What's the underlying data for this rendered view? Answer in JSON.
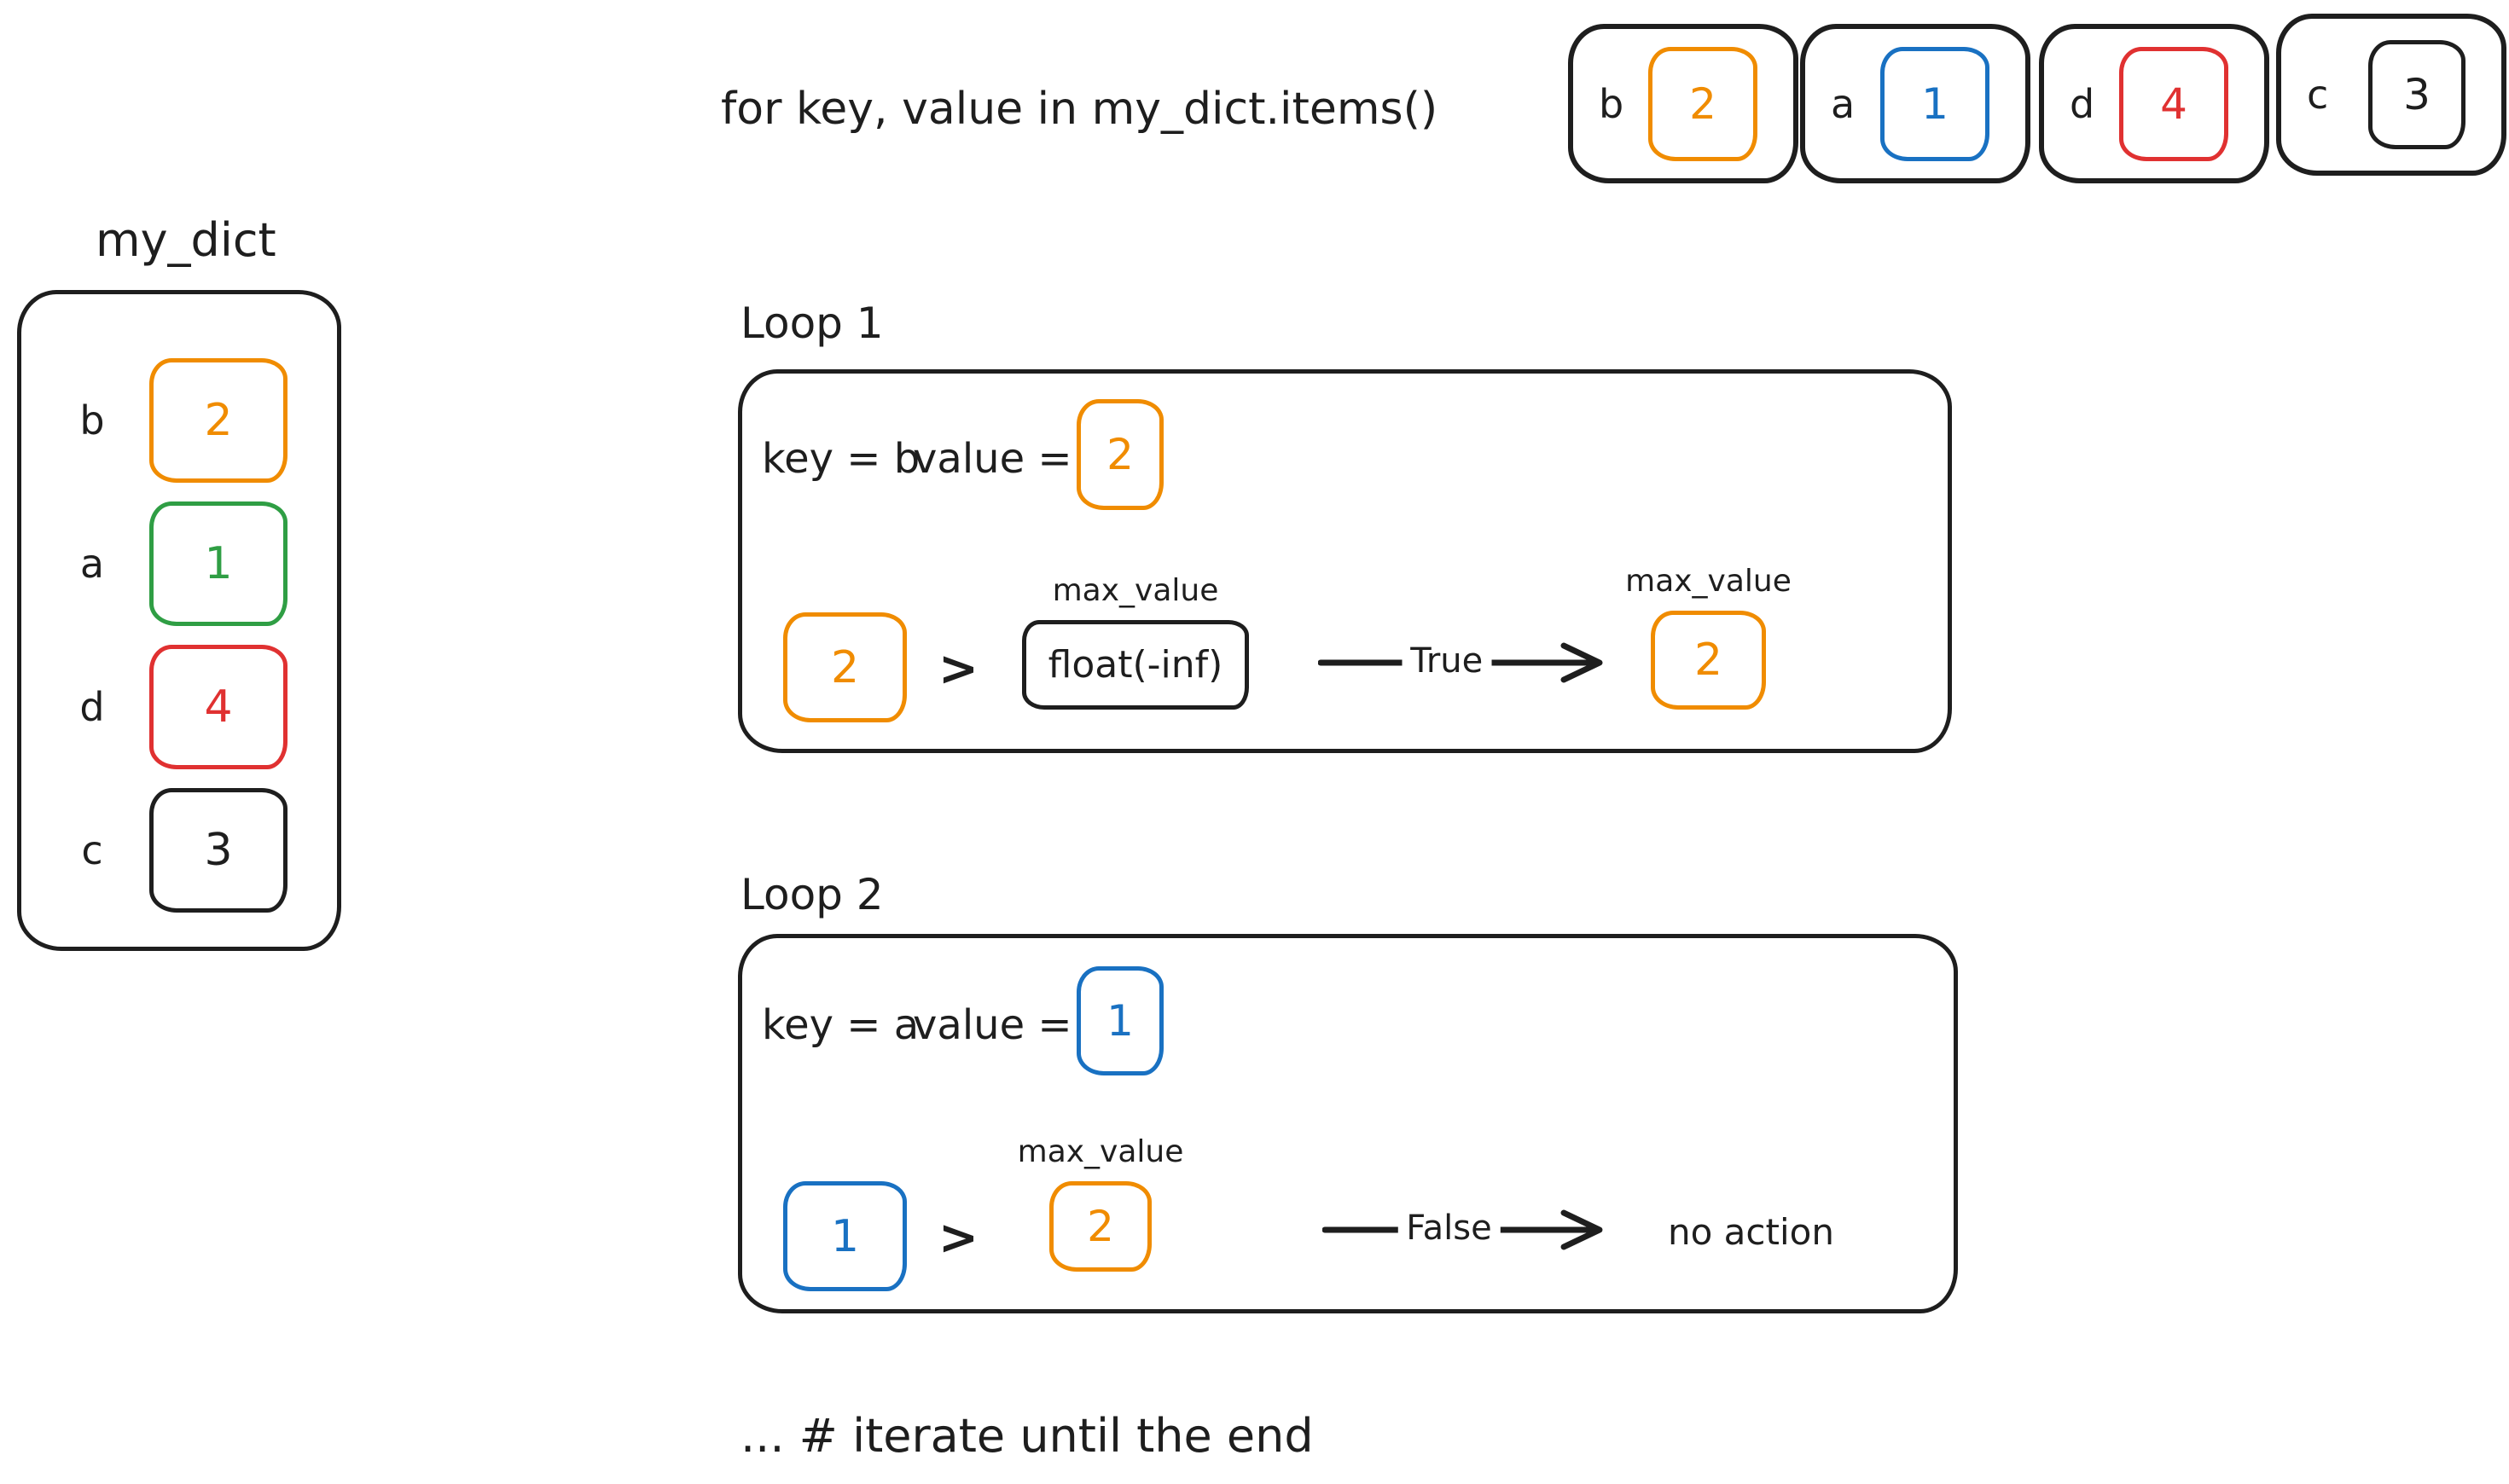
{
  "colors": {
    "orange": "#f08c00",
    "blue": "#1971c2",
    "green": "#2f9e44",
    "red": "#e03131",
    "ink": "#1e1e1e",
    "background": "#ffffff"
  },
  "header": {
    "code": "for key, value in my_dict.items()"
  },
  "pairs_row": [
    {
      "key": "b",
      "value": "2",
      "color": "#f08c00"
    },
    {
      "key": "a",
      "value": "1",
      "color": "#1971c2"
    },
    {
      "key": "d",
      "value": "4",
      "color": "#e03131"
    },
    {
      "key": "c",
      "value": "3",
      "color": "#1e1e1e"
    }
  ],
  "my_dict": {
    "title": "my_dict",
    "entries": [
      {
        "key": "b",
        "value": "2",
        "color": "#f08c00"
      },
      {
        "key": "a",
        "value": "1",
        "color": "#2f9e44"
      },
      {
        "key": "d",
        "value": "4",
        "color": "#e03131"
      },
      {
        "key": "c",
        "value": "3",
        "color": "#1e1e1e"
      }
    ]
  },
  "loop1": {
    "title": "Loop 1",
    "assignment": {
      "key_text": "key = b",
      "value_text": "value =",
      "value": "2",
      "value_color": "#f08c00"
    },
    "comparison": {
      "left_value": "2",
      "left_color": "#f08c00",
      "operator": ">",
      "max_value_label": "max_value",
      "right_value": "float(-inf)",
      "right_color": "#1e1e1e"
    },
    "arrow_label": "True",
    "result": {
      "max_value_label": "max_value",
      "value": "2",
      "value_color": "#f08c00"
    }
  },
  "loop2": {
    "title": "Loop 2",
    "assignment": {
      "key_text": "key = a",
      "value_text": "value =",
      "value": "1",
      "value_color": "#1971c2"
    },
    "comparison": {
      "left_value": "1",
      "left_color": "#1971c2",
      "operator": ">",
      "max_value_label": "max_value",
      "right_value": "2",
      "right_color": "#f08c00"
    },
    "arrow_label": "False",
    "result": {
      "text": "no action"
    }
  },
  "footer": {
    "note": "... # iterate until the end"
  }
}
